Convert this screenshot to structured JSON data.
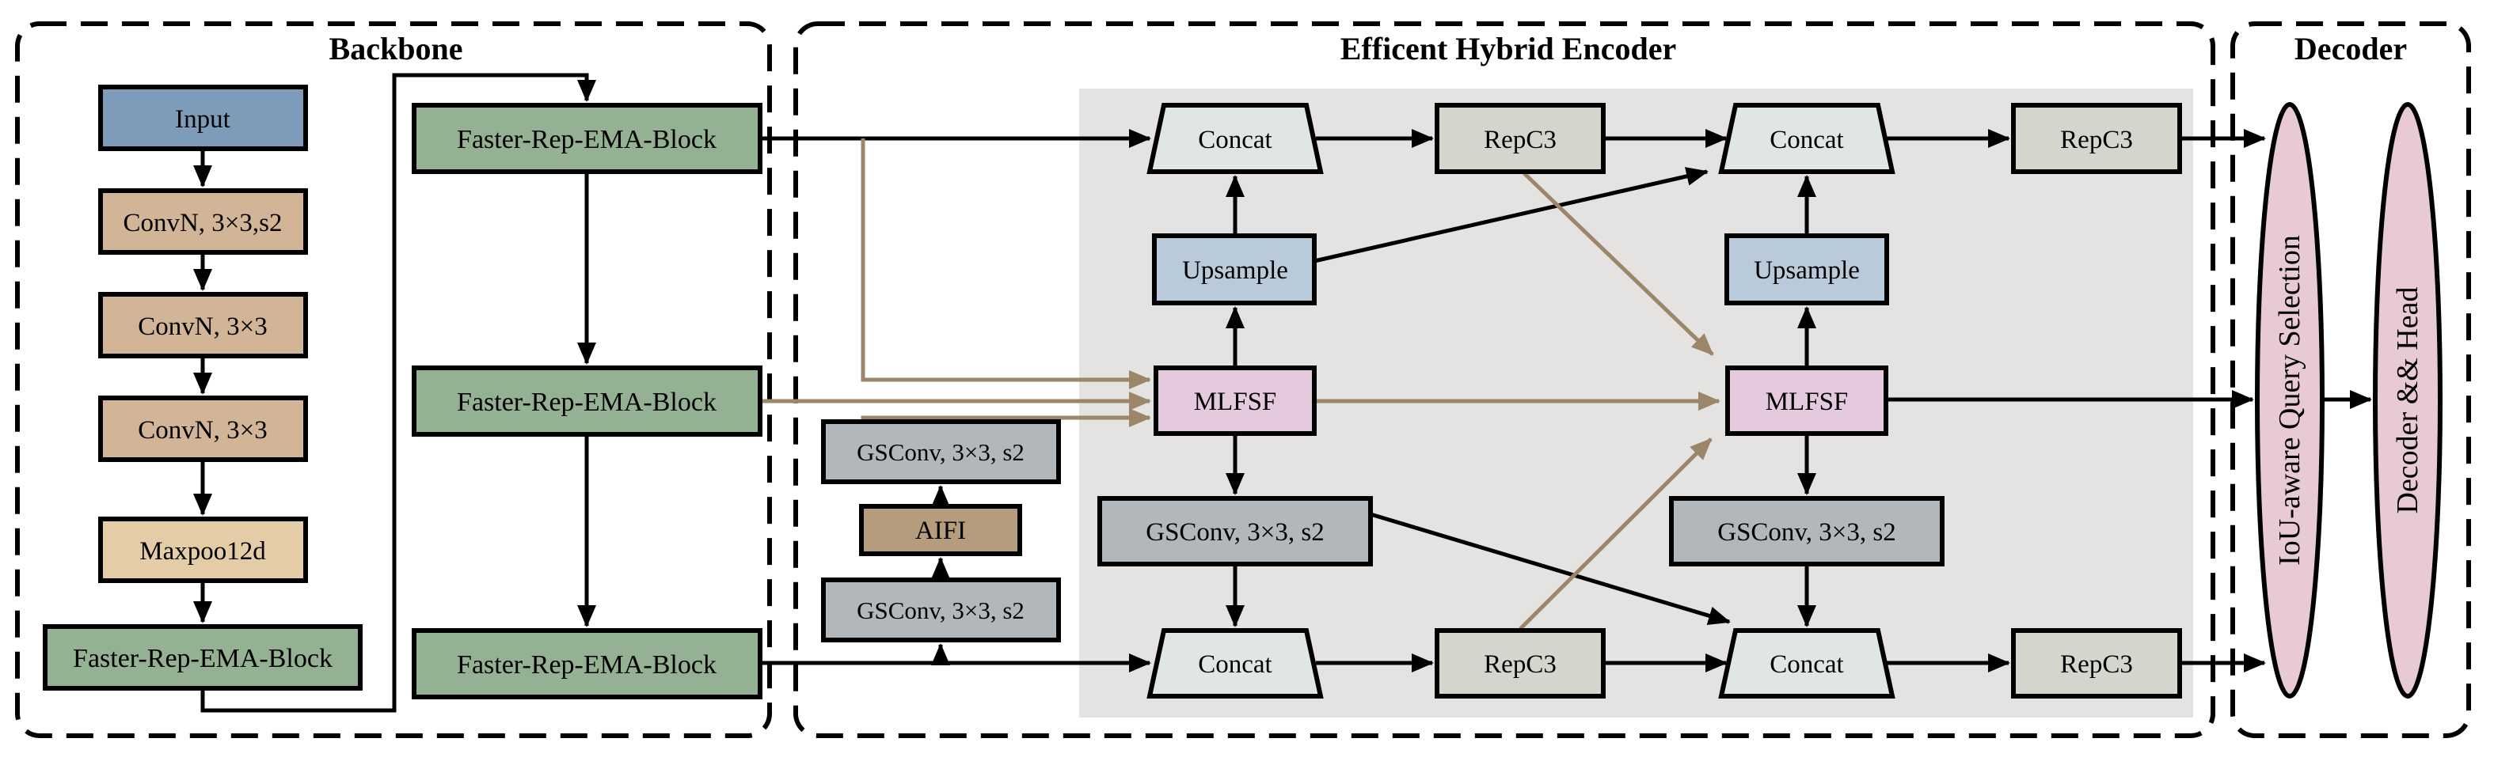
{
  "sections": {
    "backbone": "Backbone",
    "encoder": "Efficent Hybrid Encoder",
    "decoder": "Decoder"
  },
  "backbone": {
    "input": "Input",
    "conv_s2": "ConvN, 3×3,s2",
    "conv": "ConvN, 3×3",
    "maxpool": "Maxpoo12d",
    "faster_block": "Faster-Rep-EMA-Block"
  },
  "encoder": {
    "concat": "Concat",
    "repc3": "RepC3",
    "upsample": "Upsample",
    "mlfsf": "MLFSF",
    "gsconv": "GSConv, 3×3, s2",
    "aifi": "AIFI"
  },
  "decoder": {
    "query_selection": "IoU-aware Query Selection",
    "head": "Decoder && Head"
  },
  "colors": {
    "input": "#7c9cb9",
    "conv": "#d2b496",
    "maxpool": "#e4cca7",
    "faster_block": "#94b194",
    "concat": "#dfe6e5",
    "repc3": "#d5d5cd",
    "upsample": "#b9cbda",
    "mlfsf": "#e4c9df",
    "gsconv": "#b2b7bb",
    "aifi": "#b59c7d",
    "encoder_panel": "#e5e3e1",
    "decoder_ellipse": "#e8cad2",
    "arrow_black": "#000000",
    "arrow_tan": "#9c8669"
  }
}
